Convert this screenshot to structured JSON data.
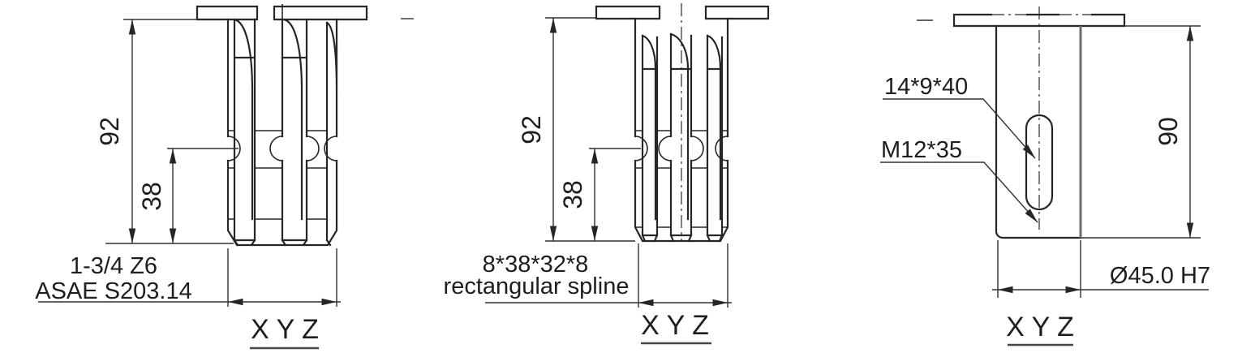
{
  "drawing": {
    "kind": "engineering-diagram",
    "background_color": "#ffffff",
    "line_color": "#262626",
    "views": [
      {
        "name": "spline-bushing-asae",
        "labels": {
          "spec_line1": "1-3/4 Z6",
          "spec_line2": "ASAE S203.14"
        },
        "dims": {
          "height": "92",
          "pin_height": "38",
          "width_label": "X Y Z"
        }
      },
      {
        "name": "rectangular-spline-bushing",
        "labels": {
          "spec_line1": "8*38*32*8",
          "spec_line2": "rectangular spline"
        },
        "dims": {
          "height": "92",
          "pin_height": "38",
          "width_label": "X Y Z"
        }
      },
      {
        "name": "round-bore-sleeve",
        "labels": {
          "slot": "14*9*40",
          "thread": "M12*35",
          "bore": "Ø45.0 H7"
        },
        "dims": {
          "height": "90",
          "width_label": "X Y Z"
        }
      }
    ]
  }
}
